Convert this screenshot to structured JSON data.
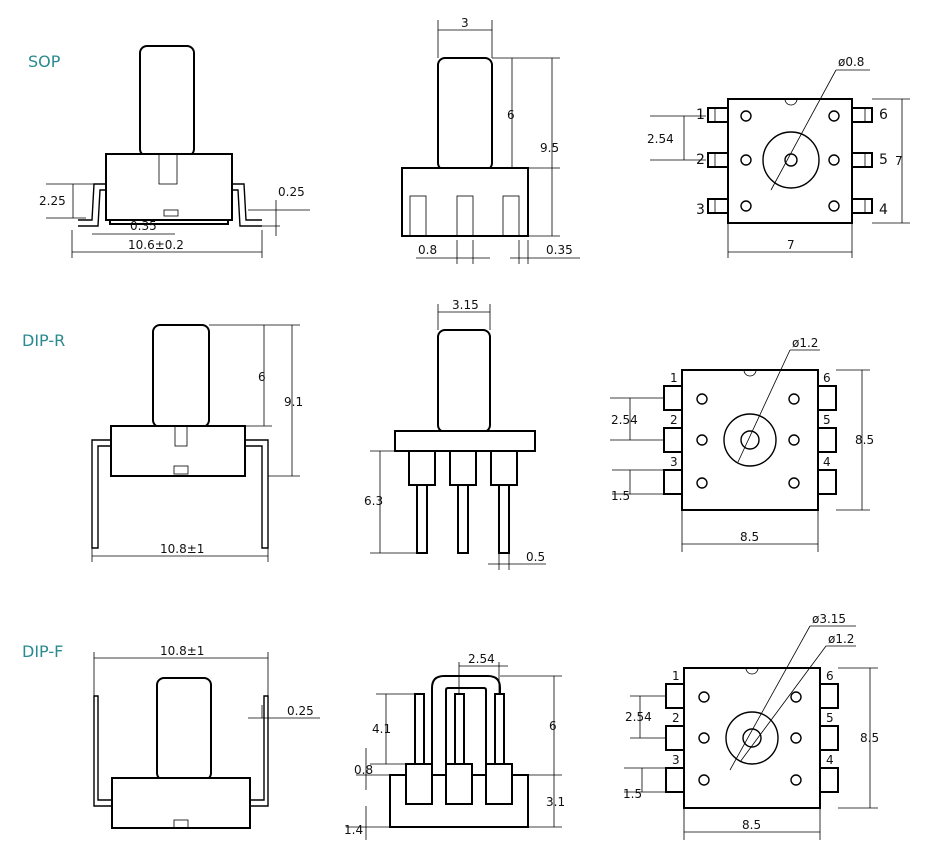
{
  "packages": [
    {
      "name": "SOP",
      "side": {
        "height": "2.25",
        "gap": "0.35",
        "width": "10.6±0.2",
        "lead": "0.25"
      },
      "front": {
        "shaft_width": "3",
        "shaft_height": "6",
        "total_height": "9.5",
        "lead_width": "0.8",
        "lead_offset": "0.35"
      },
      "top": {
        "hole": "ø0.8",
        "pitch": "2.54",
        "height": "7",
        "width": "7",
        "pins": [
          "1",
          "2",
          "3",
          "4",
          "5",
          "6"
        ]
      }
    },
    {
      "name": "DIP-R",
      "side": {
        "shaft_height": "6",
        "total_height": "9.1",
        "width": "10.8±1"
      },
      "front": {
        "shaft_width": "3.15",
        "lead_length": "6.3",
        "lead_width": "0.5"
      },
      "top": {
        "hole": "ø1.2",
        "pitch": "2.54",
        "pin_size": "1.5",
        "height": "8.5",
        "width": "8.5",
        "pins": [
          "1",
          "2",
          "3",
          "4",
          "5",
          "6"
        ]
      }
    },
    {
      "name": "DIP-F",
      "side": {
        "width": "10.8±1",
        "lead": "0.25"
      },
      "front": {
        "pitch": "2.54",
        "lead_top": "4.1",
        "lead_width": "0.8",
        "base": "1.4",
        "height": "6",
        "body": "3.1"
      },
      "top": {
        "outer_hole": "ø3.15",
        "inner_hole": "ø1.2",
        "pitch": "2.54",
        "pin_size": "1.5",
        "height": "8.5",
        "width": "8.5",
        "pins": [
          "1",
          "2",
          "3",
          "4",
          "5",
          "6"
        ]
      }
    }
  ]
}
